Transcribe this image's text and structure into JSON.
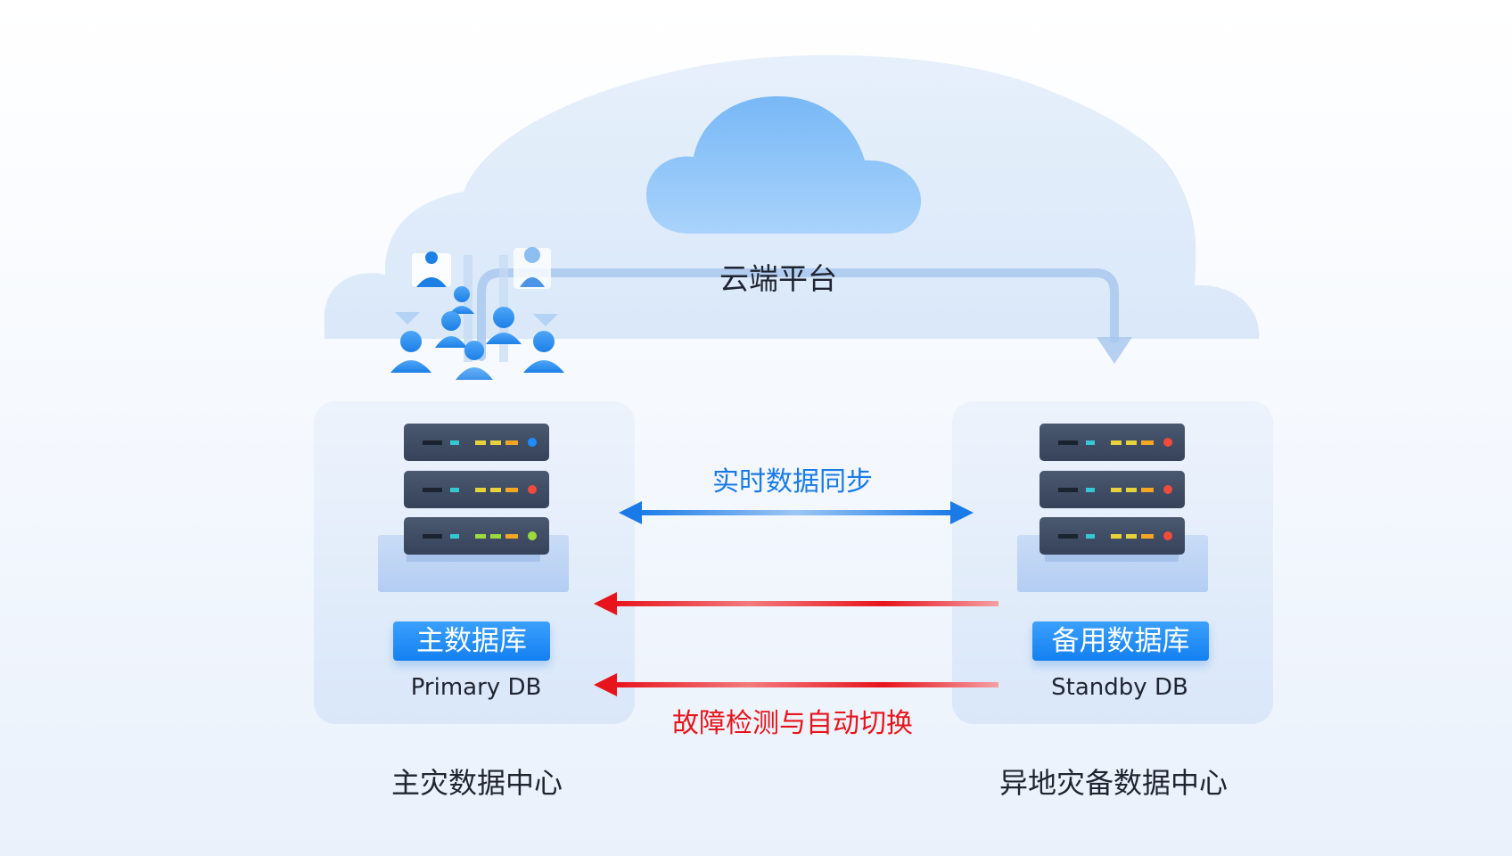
{
  "cloud": {
    "label": "云端平台",
    "colors": {
      "cloud": "#8cc4f8",
      "backdrop": "#dde9f8",
      "arrow": "#a9c8ef"
    }
  },
  "sync": {
    "label": "实时数据同步",
    "color": "#1a7be8"
  },
  "failover": {
    "label": "故障检测与自动切换",
    "color": "#e8141c"
  },
  "primary": {
    "badge": "主数据库",
    "subtitle": "Primary DB",
    "datacenter": "主灾数据中心"
  },
  "standby": {
    "badge": "备用数据库",
    "subtitle": "Standby DB",
    "datacenter": "异地灾备数据中心"
  },
  "icons": {
    "users": "users-group-icon",
    "server_primary": "server-rack-icon",
    "server_standby": "server-rack-icon",
    "cloud": "cloud-icon"
  },
  "colors": {
    "badge": "#1480f0",
    "panel": "#e3edfb",
    "server_body": "#3c4a5e",
    "led_blue": "#1e8cff",
    "led_red": "#f24b3c",
    "led_green": "#9cdb3c",
    "led_yellow": "#e8d23a",
    "led_orange": "#f5a623",
    "led_teal": "#35c7d4"
  }
}
